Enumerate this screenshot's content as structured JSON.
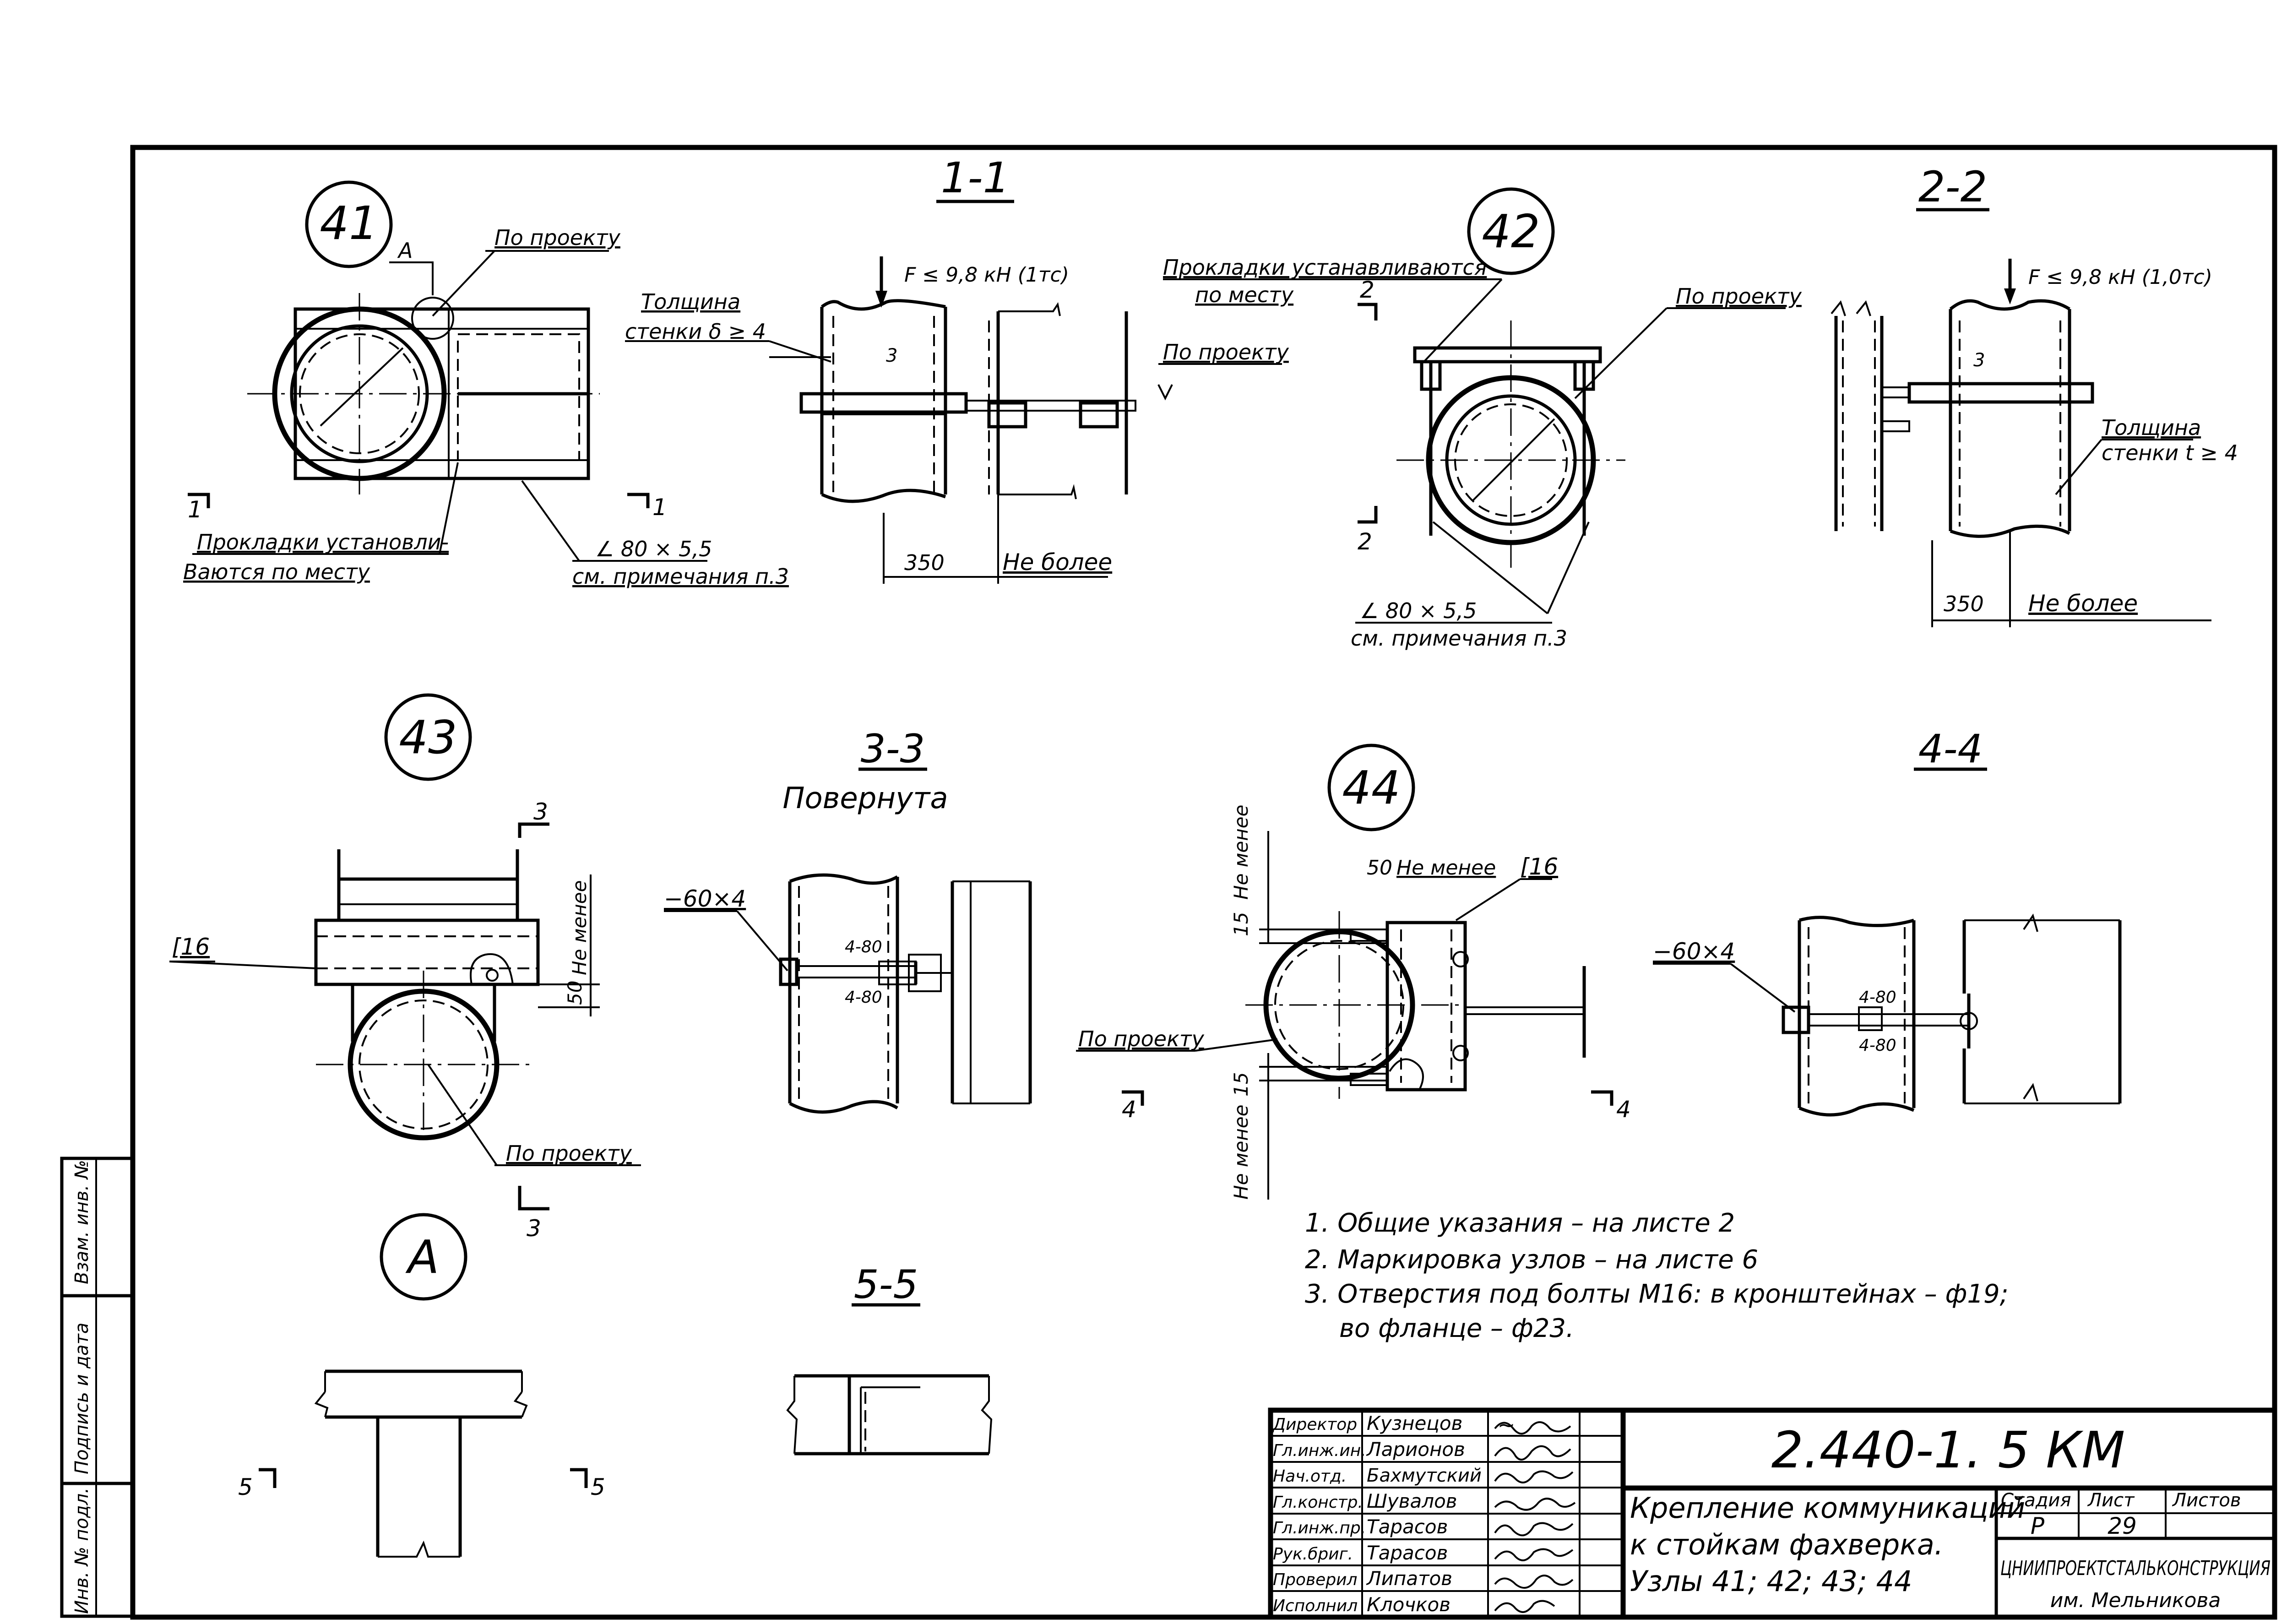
{
  "views": {
    "node41": "41",
    "node42": "42",
    "node43": "43",
    "node44": "44",
    "nodeA": "А",
    "sec11": "1-1",
    "sec22": "2-2",
    "sec33": "3-3",
    "sec33sub": "Повернута",
    "sec44": "4-4",
    "sec55": "5-5"
  },
  "labels": {
    "po_proektu": "По проекту",
    "prokl_a": "Прокладки установли-",
    "prokl_b": "Ваются по месту",
    "ugol": "∠ 80 × 5,5",
    "sm_prim": "см. примечания п.3",
    "tolsh_a": "Толщина",
    "tolsh_b1": "стенки δ ≥ 4",
    "tolsh_b2": "стенки t ≥ 4",
    "force1": "F ≤ 9,8 кН (1тс)",
    "force2": "F ≤ 9,8 кН (1,0тс)",
    "prokl2_a": "Прокладки устанавливаются",
    "prokl2_b": "по месту",
    "dim350": "350",
    "ne_bolee": "Не более",
    "ne_menee": "Не менее",
    "c16": "[16",
    "plate": "−60×4",
    "d50": "50",
    "d15": "15",
    "bolt": "4-80",
    "mark3": "3",
    "cut1": "1",
    "cut2": "2",
    "cut3": "3",
    "cut4": "4",
    "cut5": "5"
  },
  "notes": [
    "1. Общие указания – на листе 2",
    "2. Маркировка узлов – на листе 6",
    "3. Отверстия под болты М16: в кронштейнах – ф19;",
    "во фланце – ф23."
  ],
  "side_stamp": [
    "Инв. № подл.",
    "Подпись и дата",
    "Взам. инв. №"
  ],
  "title_block": {
    "code": "2.440-1. 5 КМ",
    "title": [
      "Крепление коммуникаций",
      "к стойкам фахверка.",
      "Узлы 41; 42; 43; 44"
    ],
    "stage_label": "Стадия",
    "sheet_label": "Лист",
    "sheets_label": "Листов",
    "stage": "Р",
    "sheet": "29",
    "org": "ЦНИИПРОЕКТСТАЛЬКОНСТРУКЦИЯ",
    "org_sub": "им. Мельникова",
    "roles": [
      "Директор",
      "Гл.инж.ин.",
      "Нач.отд.",
      "Гл.констр.",
      "Гл.инж.пр.",
      "Рук.бриг.",
      "Проверил",
      "Исполнил"
    ],
    "names": [
      "Кузнецов",
      "Ларионов",
      "Бахмутский",
      "Шувалов",
      "Тарасов",
      "Тарасов",
      "Липатов",
      "Клочков"
    ]
  }
}
